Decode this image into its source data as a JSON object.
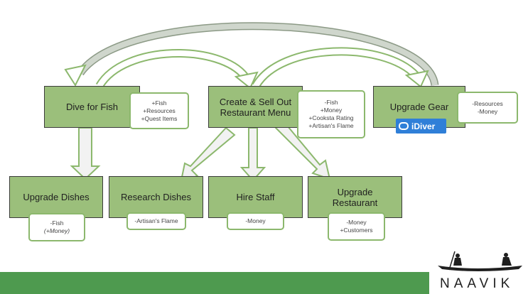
{
  "boxes": {
    "dive": "Dive for Fish",
    "menu": "Create & Sell Out Restaurant Menu",
    "gear": "Upgrade Gear",
    "dishes": "Upgrade Dishes",
    "research": "Research Dishes",
    "staff": "Hire Staff",
    "restaurant": "Upgrade Restaurant"
  },
  "notes": {
    "dive": [
      "+Fish",
      "+Resources",
      "+Quest Items"
    ],
    "menu": [
      "-Fish",
      "+Money",
      "+Cooksta Rating",
      "+Artisan's Flame"
    ],
    "gear": [
      "-Resources",
      "-Money"
    ],
    "dishes": [
      "-Fish",
      "(+Money)"
    ],
    "research": [
      "-Artisan's Flame"
    ],
    "staff": [
      "-Money"
    ],
    "restaurant": [
      "-Money",
      "+Customers"
    ]
  },
  "badge": {
    "label": "iDiver"
  },
  "logo": {
    "text": "NAAVIK"
  },
  "colors": {
    "box_fill": "#9bbf7b",
    "note_border": "#8cb86d",
    "footer": "#4e9a4f",
    "badge": "#2f7fd8"
  }
}
